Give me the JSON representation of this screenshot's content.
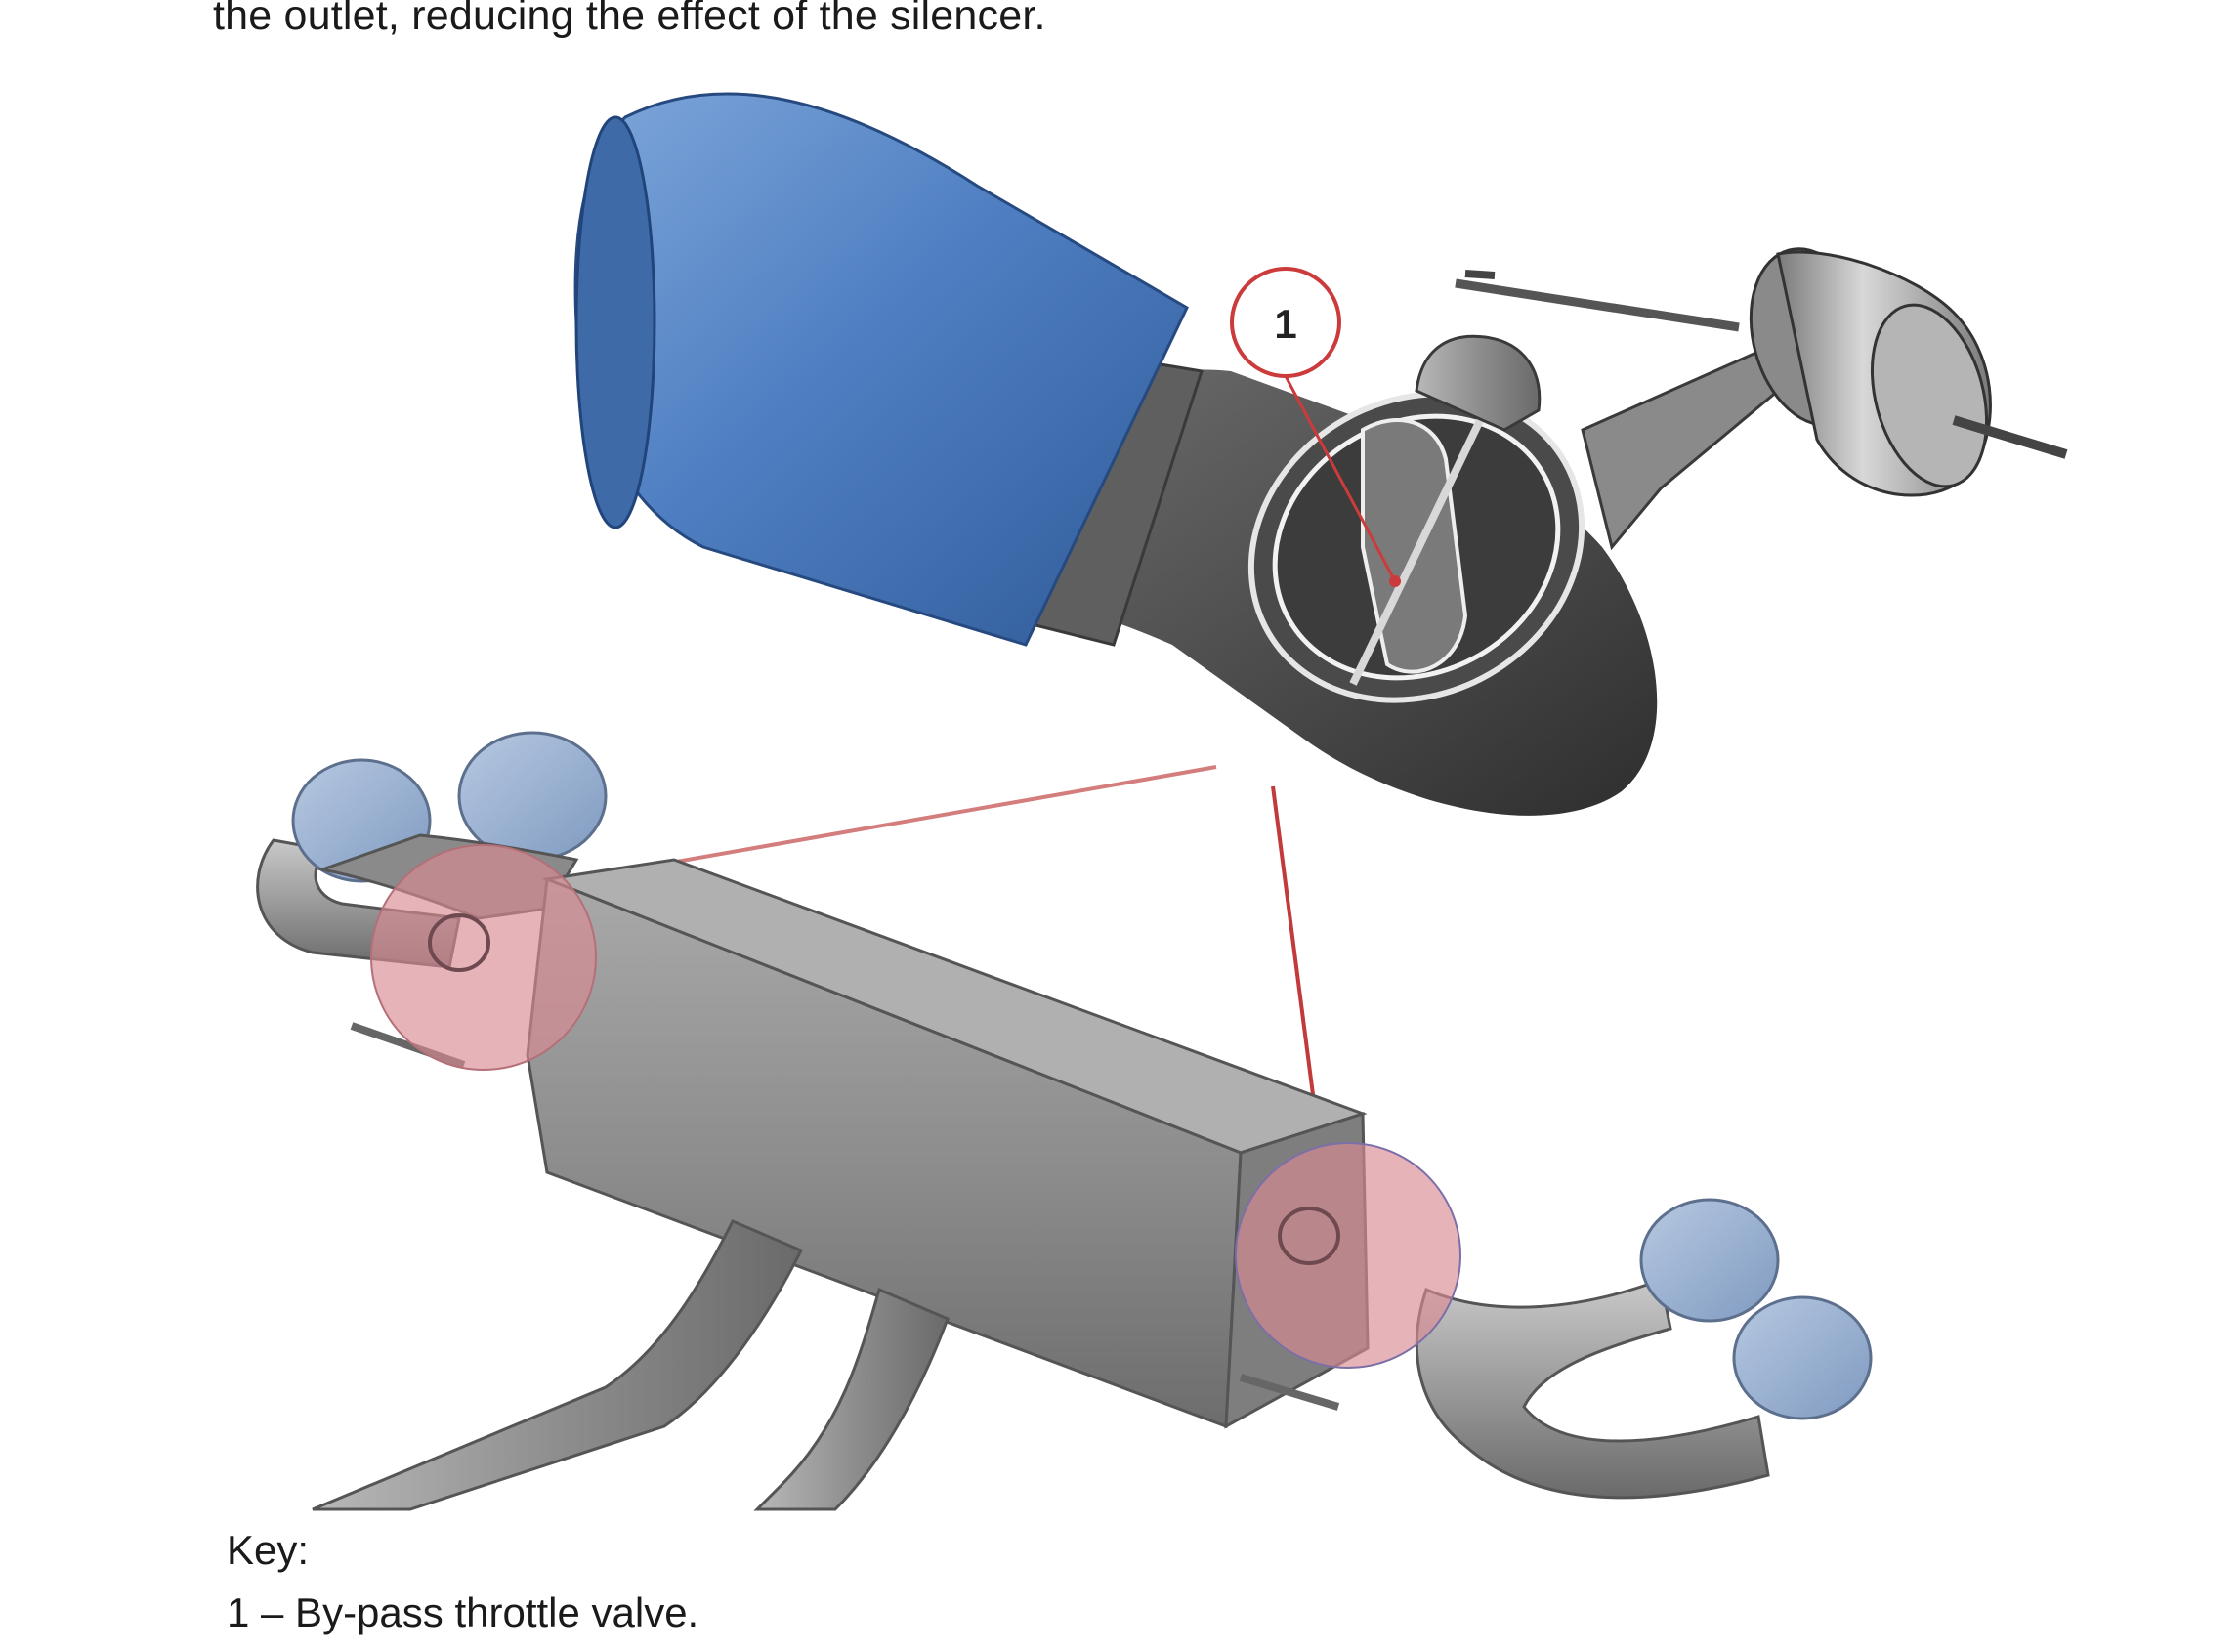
{
  "document": {
    "intro_text": "the outlet, reducing the effect of the silencer.",
    "callout_number": "1",
    "key_title": "Key:",
    "key_items": [
      "1 – By-pass throttle valve."
    ]
  },
  "colors": {
    "callout": "#cc3b3b",
    "tailpipe_blue": "#5a86c4",
    "metal_gray": "#8a8a8a",
    "highlight_pink": "#d98b93"
  }
}
